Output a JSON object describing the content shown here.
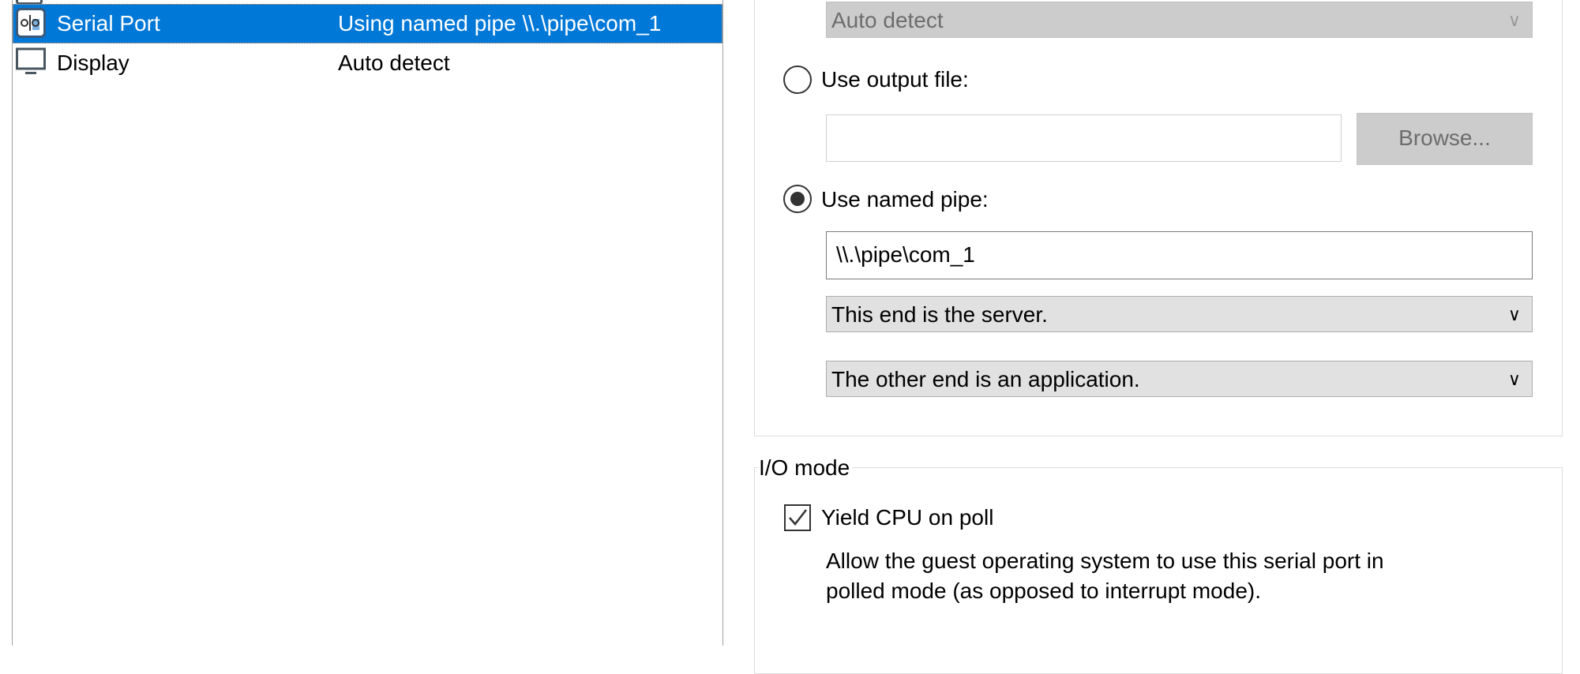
{
  "device_list": {
    "items": [
      {
        "name": "Serial Port",
        "summary": "Using named pipe \\\\.\\pipe\\com_1",
        "icon": "serial-port-icon",
        "selected": true
      },
      {
        "name": "Display",
        "summary": "Auto detect",
        "icon": "monitor-icon",
        "selected": false
      }
    ]
  },
  "connection": {
    "physical_port_combo": {
      "value": "Auto detect",
      "disabled": true
    },
    "output_file_radio": {
      "label": "Use output file:",
      "checked": false
    },
    "output_file_input": {
      "value": ""
    },
    "browse_button": {
      "label": "Browse...",
      "disabled": true
    },
    "named_pipe_radio": {
      "label": "Use named pipe:",
      "checked": true
    },
    "named_pipe_input": {
      "value": "\\\\.\\pipe\\com_1"
    },
    "pipe_end_combo": {
      "value": "This end is the server."
    },
    "other_end_combo": {
      "value": "The other end is an application."
    }
  },
  "io_mode": {
    "title": "I/O mode",
    "yield_cpu_checkbox": {
      "label": "Yield CPU on poll",
      "checked": true
    },
    "description_line1": "Allow the guest operating system to use this serial port in",
    "description_line2": "polled mode (as opposed to interrupt mode)."
  },
  "colors": {
    "selection": "#0078d7",
    "disabled_bg": "#cccccc",
    "combo_bg": "#e1e1e1"
  }
}
